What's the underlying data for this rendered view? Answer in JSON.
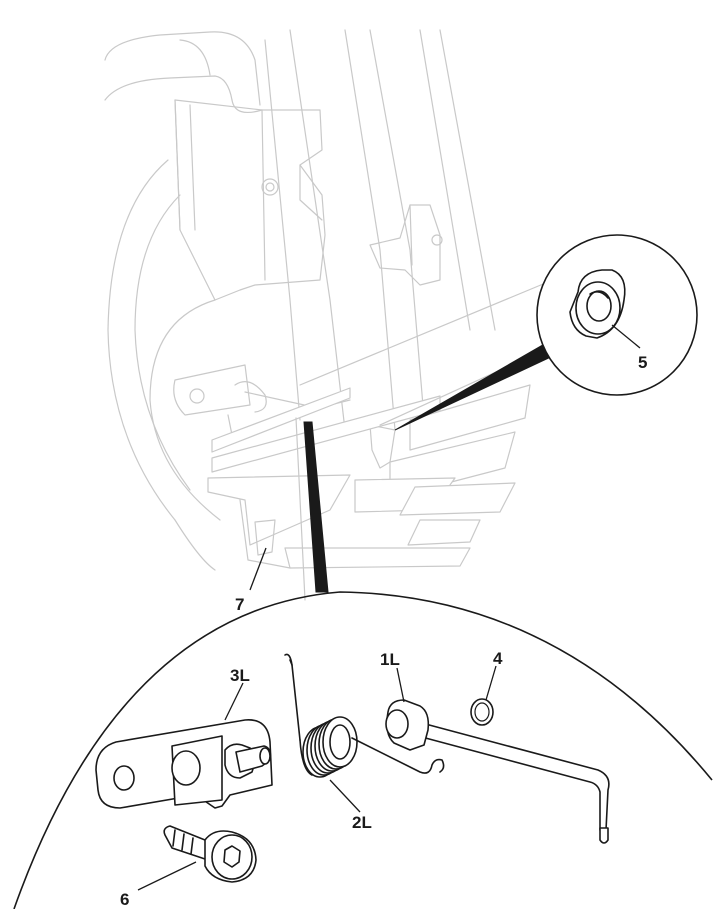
{
  "callouts": {
    "part_1L": "1L",
    "part_2L": "2L",
    "part_3L": "3L",
    "part_4": "4",
    "part_5": "5",
    "part_6": "6",
    "part_7": "7"
  },
  "colors": {
    "line": "#1a1a1a",
    "ghost": "#c9c9c9",
    "background": "#ffffff"
  }
}
